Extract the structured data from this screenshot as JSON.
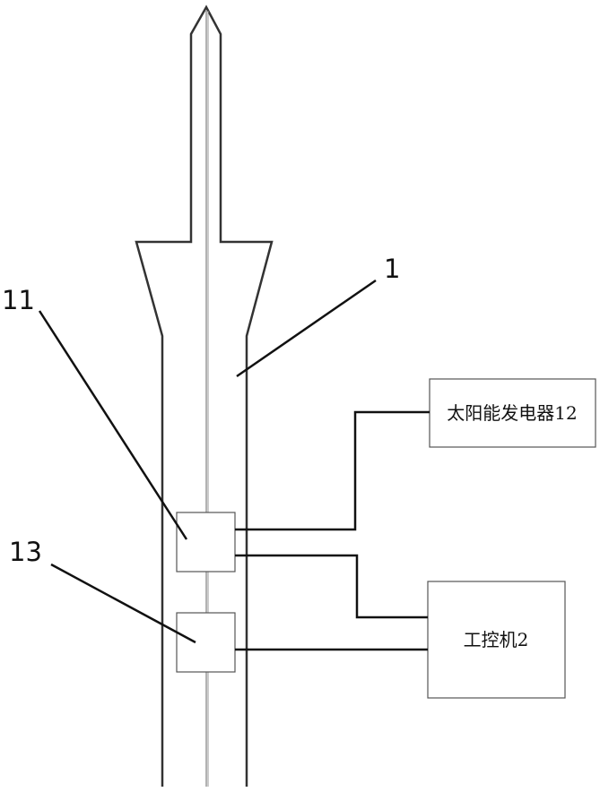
{
  "labels": {
    "part_1": "1",
    "part_11": "11",
    "part_13": "13"
  },
  "boxes": {
    "solar_generator": "太阳能发电器12",
    "industrial_pc": "工控机2"
  }
}
